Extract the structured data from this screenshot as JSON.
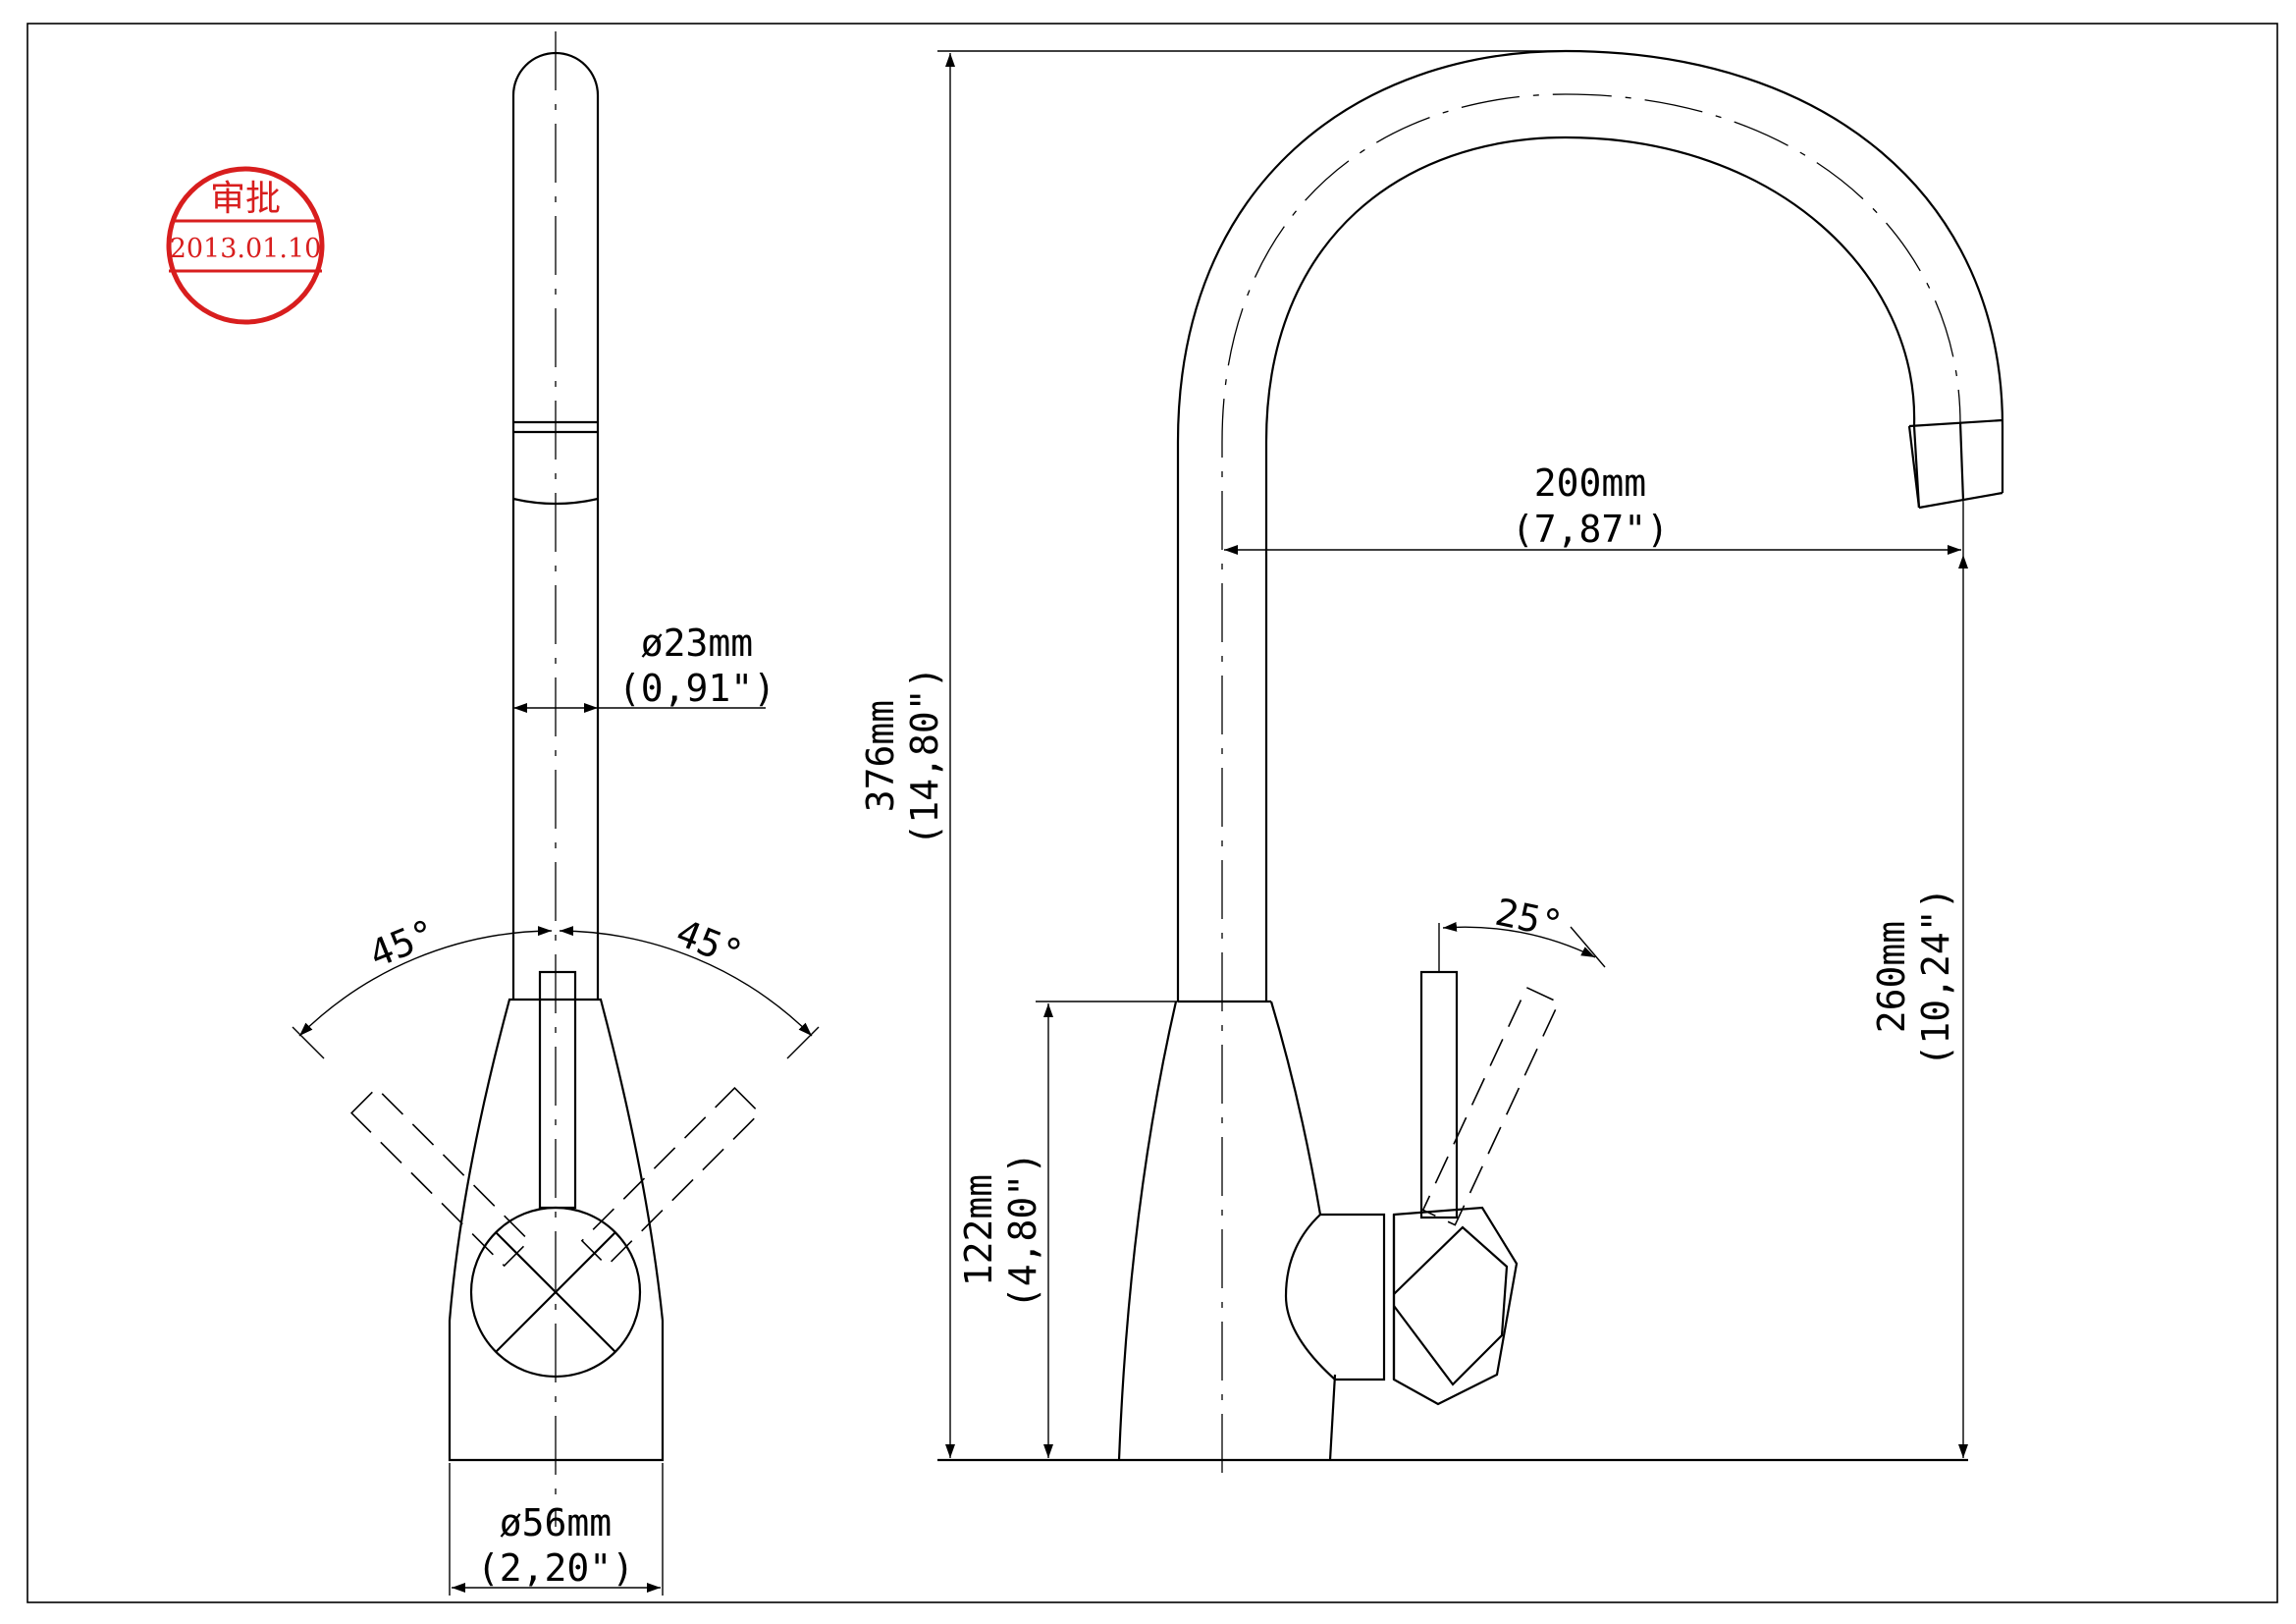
{
  "stamp": {
    "title": "审批",
    "date": "2013.01.10",
    "color": "#d81e1e"
  },
  "front_view": {
    "spout_diameter": {
      "metric": "ø23mm",
      "imperial": "(0,91\")"
    },
    "base_diameter": {
      "metric": "ø56mm",
      "imperial": "(2,20\")"
    },
    "handle_angle_left": "45°",
    "handle_angle_right": "45°"
  },
  "side_view": {
    "total_height": {
      "metric": "376mm",
      "imperial": "(14,80\")"
    },
    "spout_reach": {
      "metric": "200mm",
      "imperial": "(7,87\")"
    },
    "spout_height": {
      "metric": "260mm",
      "imperial": "(10,24\")"
    },
    "body_height": {
      "metric": "122mm",
      "imperial": "(4,80\")"
    },
    "handle_angle": "25°"
  },
  "colors": {
    "line": "#000000",
    "stamp": "#d81e1e"
  }
}
